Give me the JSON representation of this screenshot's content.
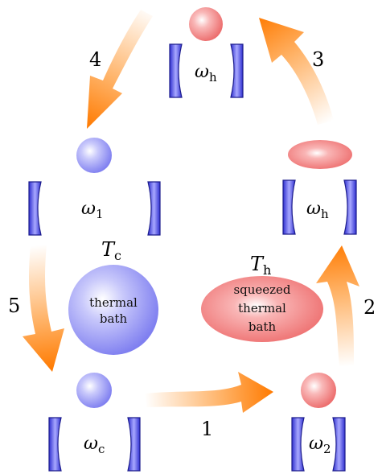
{
  "arrows": {
    "a1": "1",
    "a2": "2",
    "a3": "3",
    "a4": "4",
    "a5": "5"
  },
  "cavities": {
    "top": {
      "symbol": "ω",
      "subscript": "h"
    },
    "right": {
      "symbol": "ω",
      "subscript": "h"
    },
    "left": {
      "symbol": "ω",
      "subscript": "1"
    },
    "bottom_left": {
      "symbol": "ω",
      "subscript": "c"
    },
    "bottom_right": {
      "symbol": "ω",
      "subscript": "2"
    }
  },
  "baths": {
    "cold": {
      "temperature_symbol": "T",
      "temperature_subscript": "c",
      "lines": [
        "thermal",
        "bath"
      ]
    },
    "hot": {
      "temperature_symbol": "T",
      "temperature_subscript": "h",
      "lines": [
        "squeezed",
        "thermal",
        "bath"
      ]
    }
  },
  "colors": {
    "cold": "#8c8cf5",
    "hot": "#f07878",
    "arrow": "#ff7a00",
    "mirror": "#3c3cdc"
  }
}
